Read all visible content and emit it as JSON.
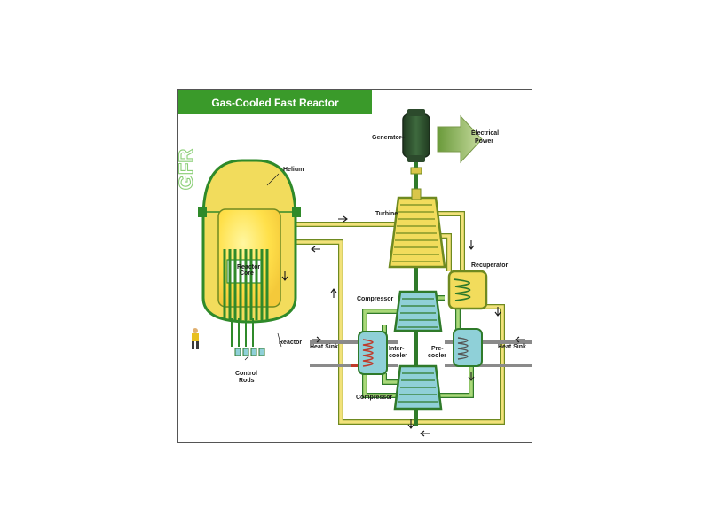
{
  "title": "Gas-Cooled Fast Reactor",
  "logo_text": "GFR",
  "colors": {
    "title_bar": "#3a9a2a",
    "vessel": "#f2dc5c",
    "vessel_outline": "#2f8a2a",
    "core": "#ffe45a",
    "turbomachinery_blue": "#8fd0d8",
    "generator": "#2c4a2c",
    "power_arrow": "#8fb04a",
    "heat_sink_hot": "#c03a2a",
    "heat_sink_cold": "#8a8a8a"
  },
  "labels": {
    "generator": "Generator",
    "electrical_power_1": "Electrical",
    "electrical_power_2": "Power",
    "helium": "Helium",
    "turbine": "Turbine",
    "reactor_core_1": "Reactor",
    "reactor_core_2": "Core",
    "recuperator": "Recuperator",
    "compressor_top": "Compressor",
    "heat_sink_left": "Heat Sink",
    "intercooler_1": "Inter-",
    "intercooler_2": "cooler",
    "precooler_1": "Pre-",
    "precooler_2": "cooler",
    "heat_sink_right": "Heat Sink",
    "reactor": "Reactor",
    "control_rods_1": "Control",
    "control_rods_2": "Rods",
    "compressor_bottom": "Compressor"
  },
  "icons": {
    "person": "person-icon",
    "arrow": "flow-arrow-icon"
  }
}
